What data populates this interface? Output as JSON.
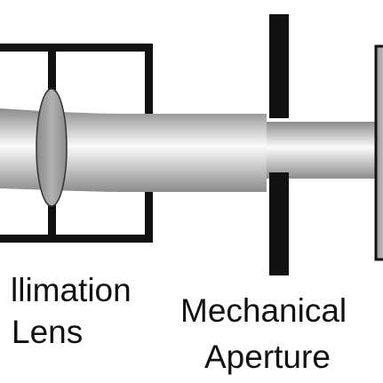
{
  "labels": {
    "lens_line1": "llimation",
    "lens_line2": "Lens",
    "aperture_line1": "Mechanical",
    "aperture_line2": "Aperture"
  },
  "colors": {
    "frame": "#111111",
    "beam_edge": "#8c8c8c",
    "beam_center": "#fbfbfb",
    "lens_fill": "#9a9a9a",
    "plate_fill": "#a9a9a9",
    "background": "#ffffff"
  }
}
